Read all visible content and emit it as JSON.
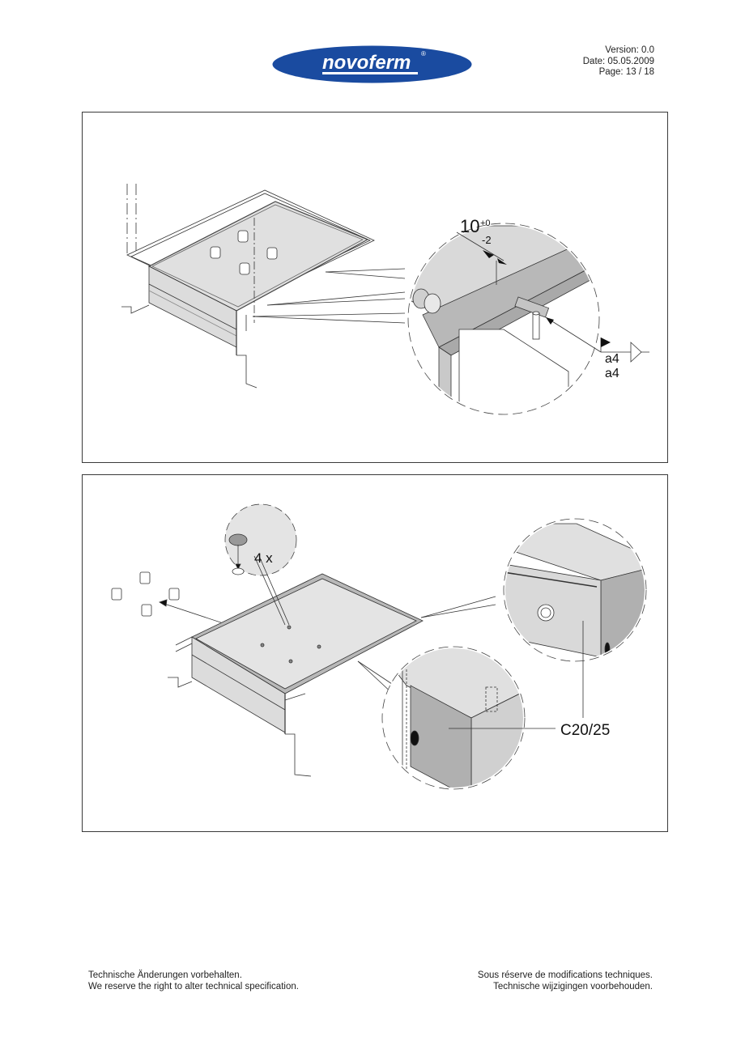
{
  "header": {
    "logo": {
      "text": "novoferm",
      "registered_mark": "®",
      "color": "#1a4ba0"
    },
    "version": "Version: 0.0",
    "date": "Date: 05.05.2009",
    "page": "Page: 13 / 18"
  },
  "figure1": {
    "dimension_main": "10",
    "tolerance_plus": "+0",
    "tolerance_minus": "-2",
    "weld_top": "a4",
    "weld_bottom": "a4"
  },
  "figure2": {
    "quantity_label": "4 x",
    "concrete_label": "C20/25"
  },
  "footer": {
    "left_line1": "Technische Änderungen vorbehalten.",
    "left_line2": "We reserve the right to alter technical specification.",
    "right_line1": "Sous réserve de modifications techniques.",
    "right_line2": "Technische wijzigingen voorbehouden."
  }
}
